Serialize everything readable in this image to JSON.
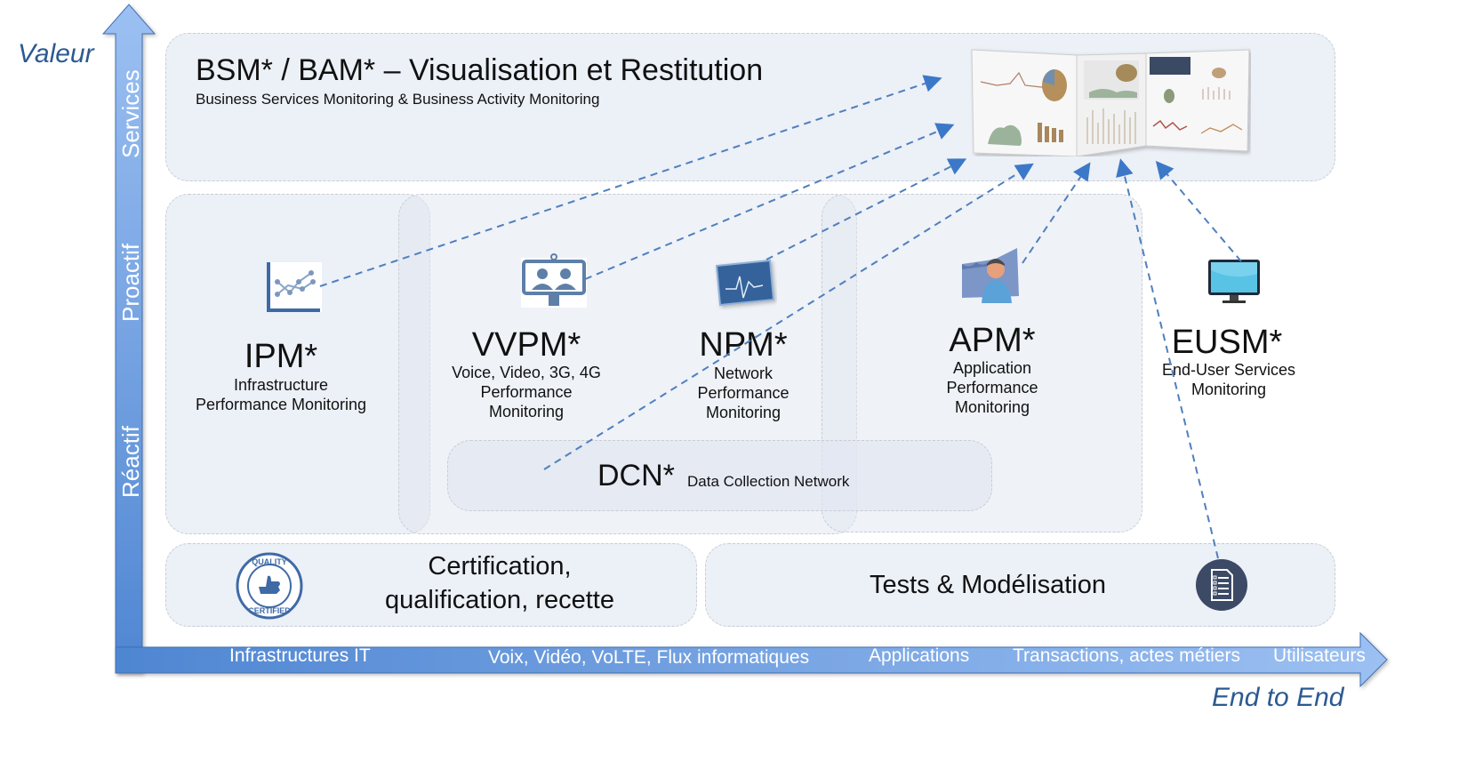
{
  "axes": {
    "y_title": "Valeur",
    "x_title": "End to End",
    "y_levels": [
      "Services",
      "Proactif",
      "Réactif"
    ],
    "x_levels": [
      "Infrastructures IT",
      "Voix, Vidéo, VoLTE, Flux informatiques",
      "Applications",
      "Transactions, actes métiers",
      "Utilisateurs"
    ]
  },
  "bsm": {
    "title": "BSM* / BAM* – Visualisation et Restitution",
    "subtitle": "Business Services Monitoring & Business Activity Monitoring",
    "image": "dashboard-screenshots"
  },
  "modules": [
    {
      "id": "ipm",
      "acronym": "IPM*",
      "description": "Infrastructure\nPerformance Monitoring",
      "icon": "line-chart-icon"
    },
    {
      "id": "vvpm",
      "acronym": "VVPM*",
      "description": "Voice, Video, 3G, 4G\nPerformance\nMonitoring",
      "icon": "video-conference-icon"
    },
    {
      "id": "npm",
      "acronym": "NPM*",
      "description": "Network\nPerformance\nMonitoring",
      "icon": "heartbeat-monitor-icon"
    },
    {
      "id": "apm",
      "acronym": "APM*",
      "description": "Application\nPerformance\nMonitoring",
      "icon": "user-application-icon"
    },
    {
      "id": "eusm",
      "acronym": "EUSM*",
      "description": "End-User Services\nMonitoring",
      "icon": "monitor-icon"
    }
  ],
  "dcn": {
    "acronym": "DCN*",
    "description": "Data Collection Network"
  },
  "bottom": {
    "certification": "Certification,\nqualification, recette",
    "certification_icon": "quality-certified-badge-icon",
    "tests": "Tests & Modélisation",
    "tests_icon": "checklist-document-icon"
  },
  "colors": {
    "arrow_blue": "#5b8fd6",
    "arrow_light": "#8fb6ee",
    "axis_text": "#2b5a91",
    "box_fill": "#ecf0f7",
    "dash_line": "#4f7fbf"
  }
}
